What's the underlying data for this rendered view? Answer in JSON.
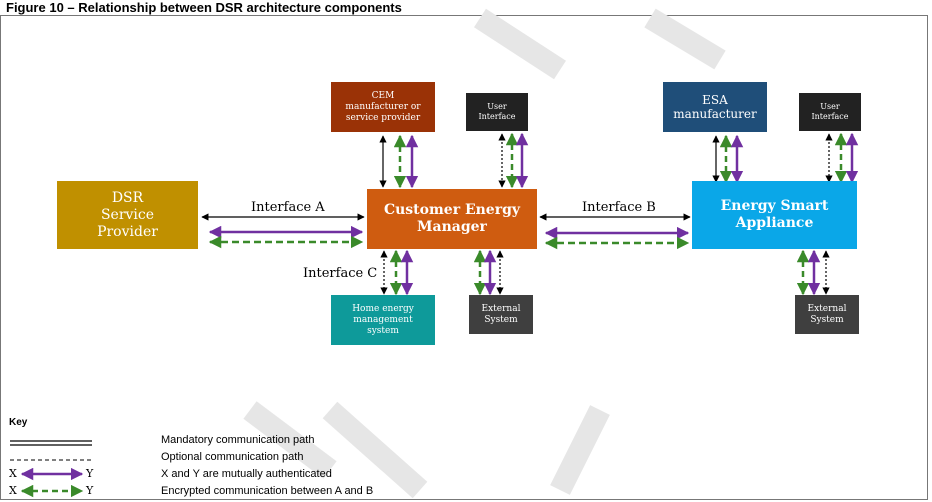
{
  "figure": {
    "title": "Figure 10 – Relationship between DSR architecture components"
  },
  "nodes": {
    "dsr": {
      "label": "DSR\nService\nProvider",
      "color": "#c09000"
    },
    "cem": {
      "label": "Customer Energy\nManager",
      "color": "#cf5c10"
    },
    "esa": {
      "label": "Energy Smart\nAppliance",
      "color": "#0aa7e8"
    },
    "cem_manufacturer": {
      "label": "CEM\nmanufacturer or\nservice provider",
      "color": "#9a3206"
    },
    "ui_cem": {
      "label": "User\nInterface",
      "color": "#222222"
    },
    "esa_manufacturer": {
      "label": "ESA\nmanufacturer",
      "color": "#1f4e79"
    },
    "ui_esa": {
      "label": "User\nInterface",
      "color": "#222222"
    },
    "hems": {
      "label": "Home energy\nmanagement\nsystem",
      "color": "#0e9a9a"
    },
    "ext_cem": {
      "label": "External\nSystem",
      "color": "#3f3f3f"
    },
    "ext_esa": {
      "label": "External\nSystem",
      "color": "#3f3f3f"
    }
  },
  "interfaces": {
    "a": "Interface A",
    "b": "Interface B",
    "c": "Interface C"
  },
  "key": {
    "title": "Key",
    "x_label": "X",
    "y_label": "Y",
    "items": [
      "Mandatory communication path",
      "Optional communication path",
      "X and Y are mutually authenticated",
      "Encrypted communication between A and B"
    ]
  },
  "colors": {
    "authenticated": "#7030a0",
    "encrypted": "#3a8a2a",
    "mandatory": "#000000"
  }
}
